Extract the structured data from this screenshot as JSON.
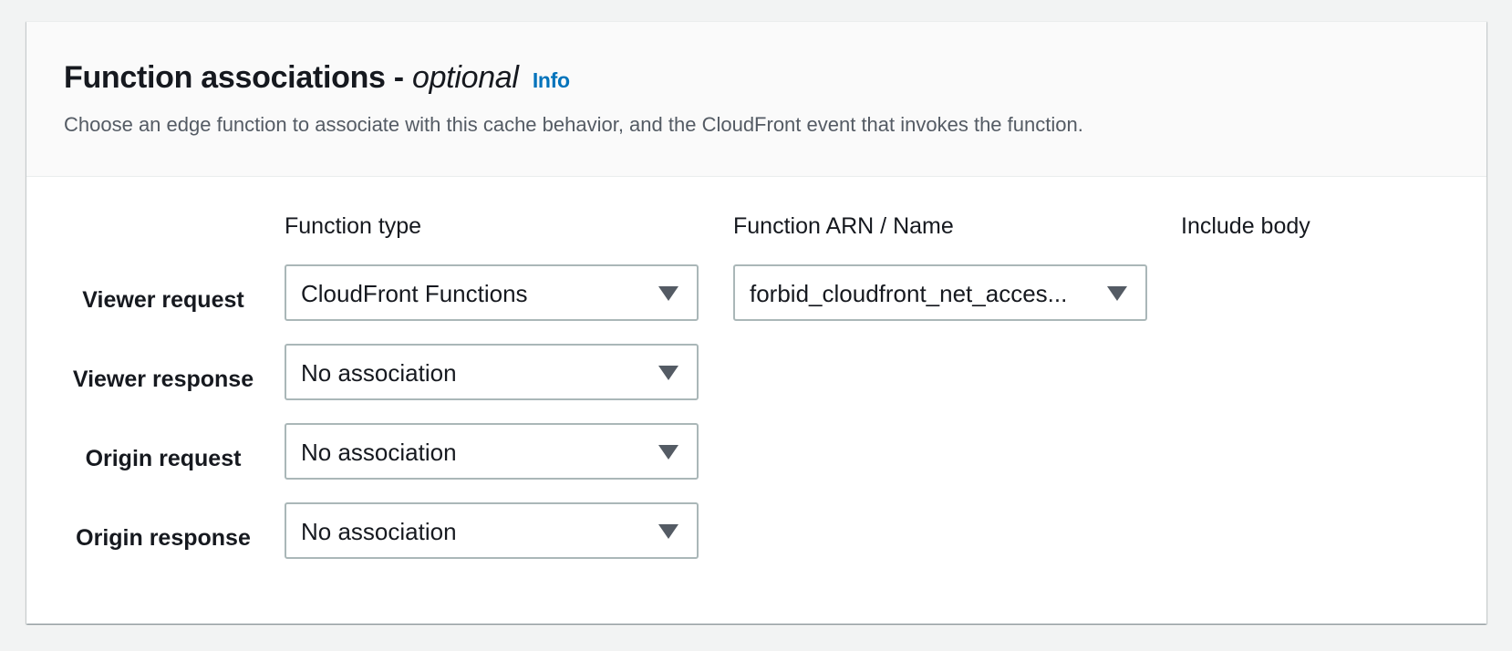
{
  "header": {
    "title": "Function associations -",
    "title_optional": "optional",
    "info_link": "Info",
    "description": "Choose an edge function to associate with this cache behavior, and the CloudFront event that invokes the function."
  },
  "columns": {
    "function_type": "Function type",
    "function_arn": "Function ARN / Name",
    "include_body": "Include body"
  },
  "rows": [
    {
      "label": "Viewer request",
      "function_type": "CloudFront Functions",
      "function_arn": "forbid_cloudfront_net_acces..."
    },
    {
      "label": "Viewer response",
      "function_type": "No association"
    },
    {
      "label": "Origin request",
      "function_type": "No association"
    },
    {
      "label": "Origin response",
      "function_type": "No association"
    }
  ],
  "icons": {
    "dropdown": "caret-down-icon"
  },
  "colors": {
    "link": "#0073bb",
    "border": "#aab7b8",
    "caret": "#545b64"
  }
}
